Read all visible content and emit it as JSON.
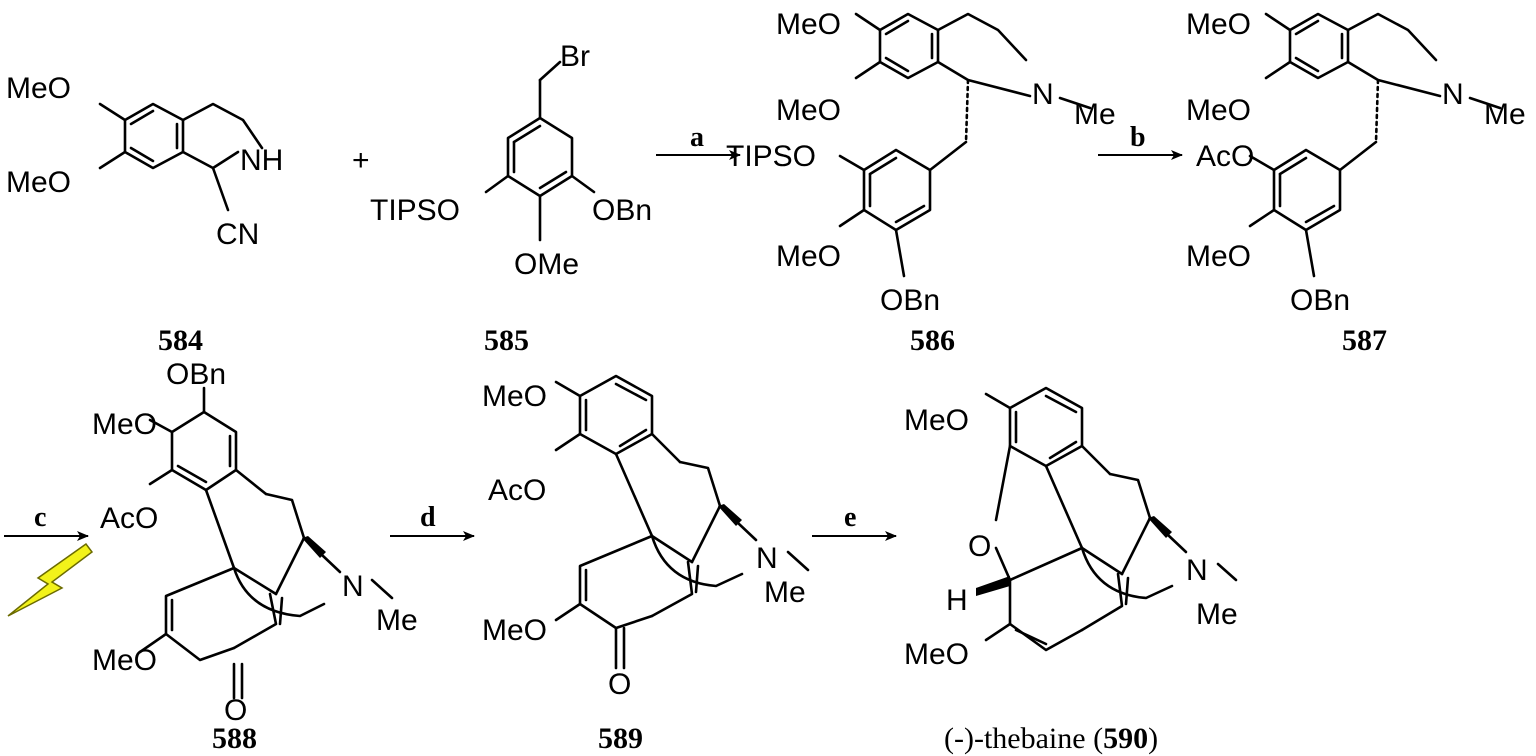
{
  "compounds": {
    "c584": {
      "label": "584",
      "groups": [
        "MeO",
        "MeO",
        "NH",
        "CN"
      ]
    },
    "c585": {
      "label": "585",
      "groups": [
        "Br",
        "TIPSO",
        "OBn",
        "OMe"
      ]
    },
    "c586": {
      "label": "586",
      "groups": [
        "MeO",
        "MeO",
        "N",
        "Me",
        "TIPSO",
        "MeO",
        "OBn"
      ]
    },
    "c587": {
      "label": "587",
      "groups": [
        "MeO",
        "MeO",
        "N",
        "Me",
        "AcO",
        "MeO",
        "OBn"
      ]
    },
    "c588": {
      "label": "588",
      "groups": [
        "OBn",
        "MeO",
        "AcO",
        "N",
        "Me",
        "MeO",
        "O"
      ]
    },
    "c589": {
      "label": "589",
      "groups": [
        "MeO",
        "AcO",
        "N",
        "Me",
        "MeO",
        "O"
      ]
    },
    "c590": {
      "label": "590",
      "name_prefix": "(-)-thebaine (",
      "name_suffix": ")",
      "groups": [
        "MeO",
        "O",
        "H",
        "N",
        "Me",
        "MeO"
      ]
    }
  },
  "plus_sign": "+",
  "steps": {
    "a": "a",
    "b": "b",
    "c": "c",
    "d": "d",
    "e": "e"
  },
  "colors": {
    "ink": "#000000",
    "lightning_fill": "#f2f21a",
    "lightning_stroke": "#6b6b00"
  },
  "icons": {
    "photochemistry": "lightning-bolt-icon"
  }
}
